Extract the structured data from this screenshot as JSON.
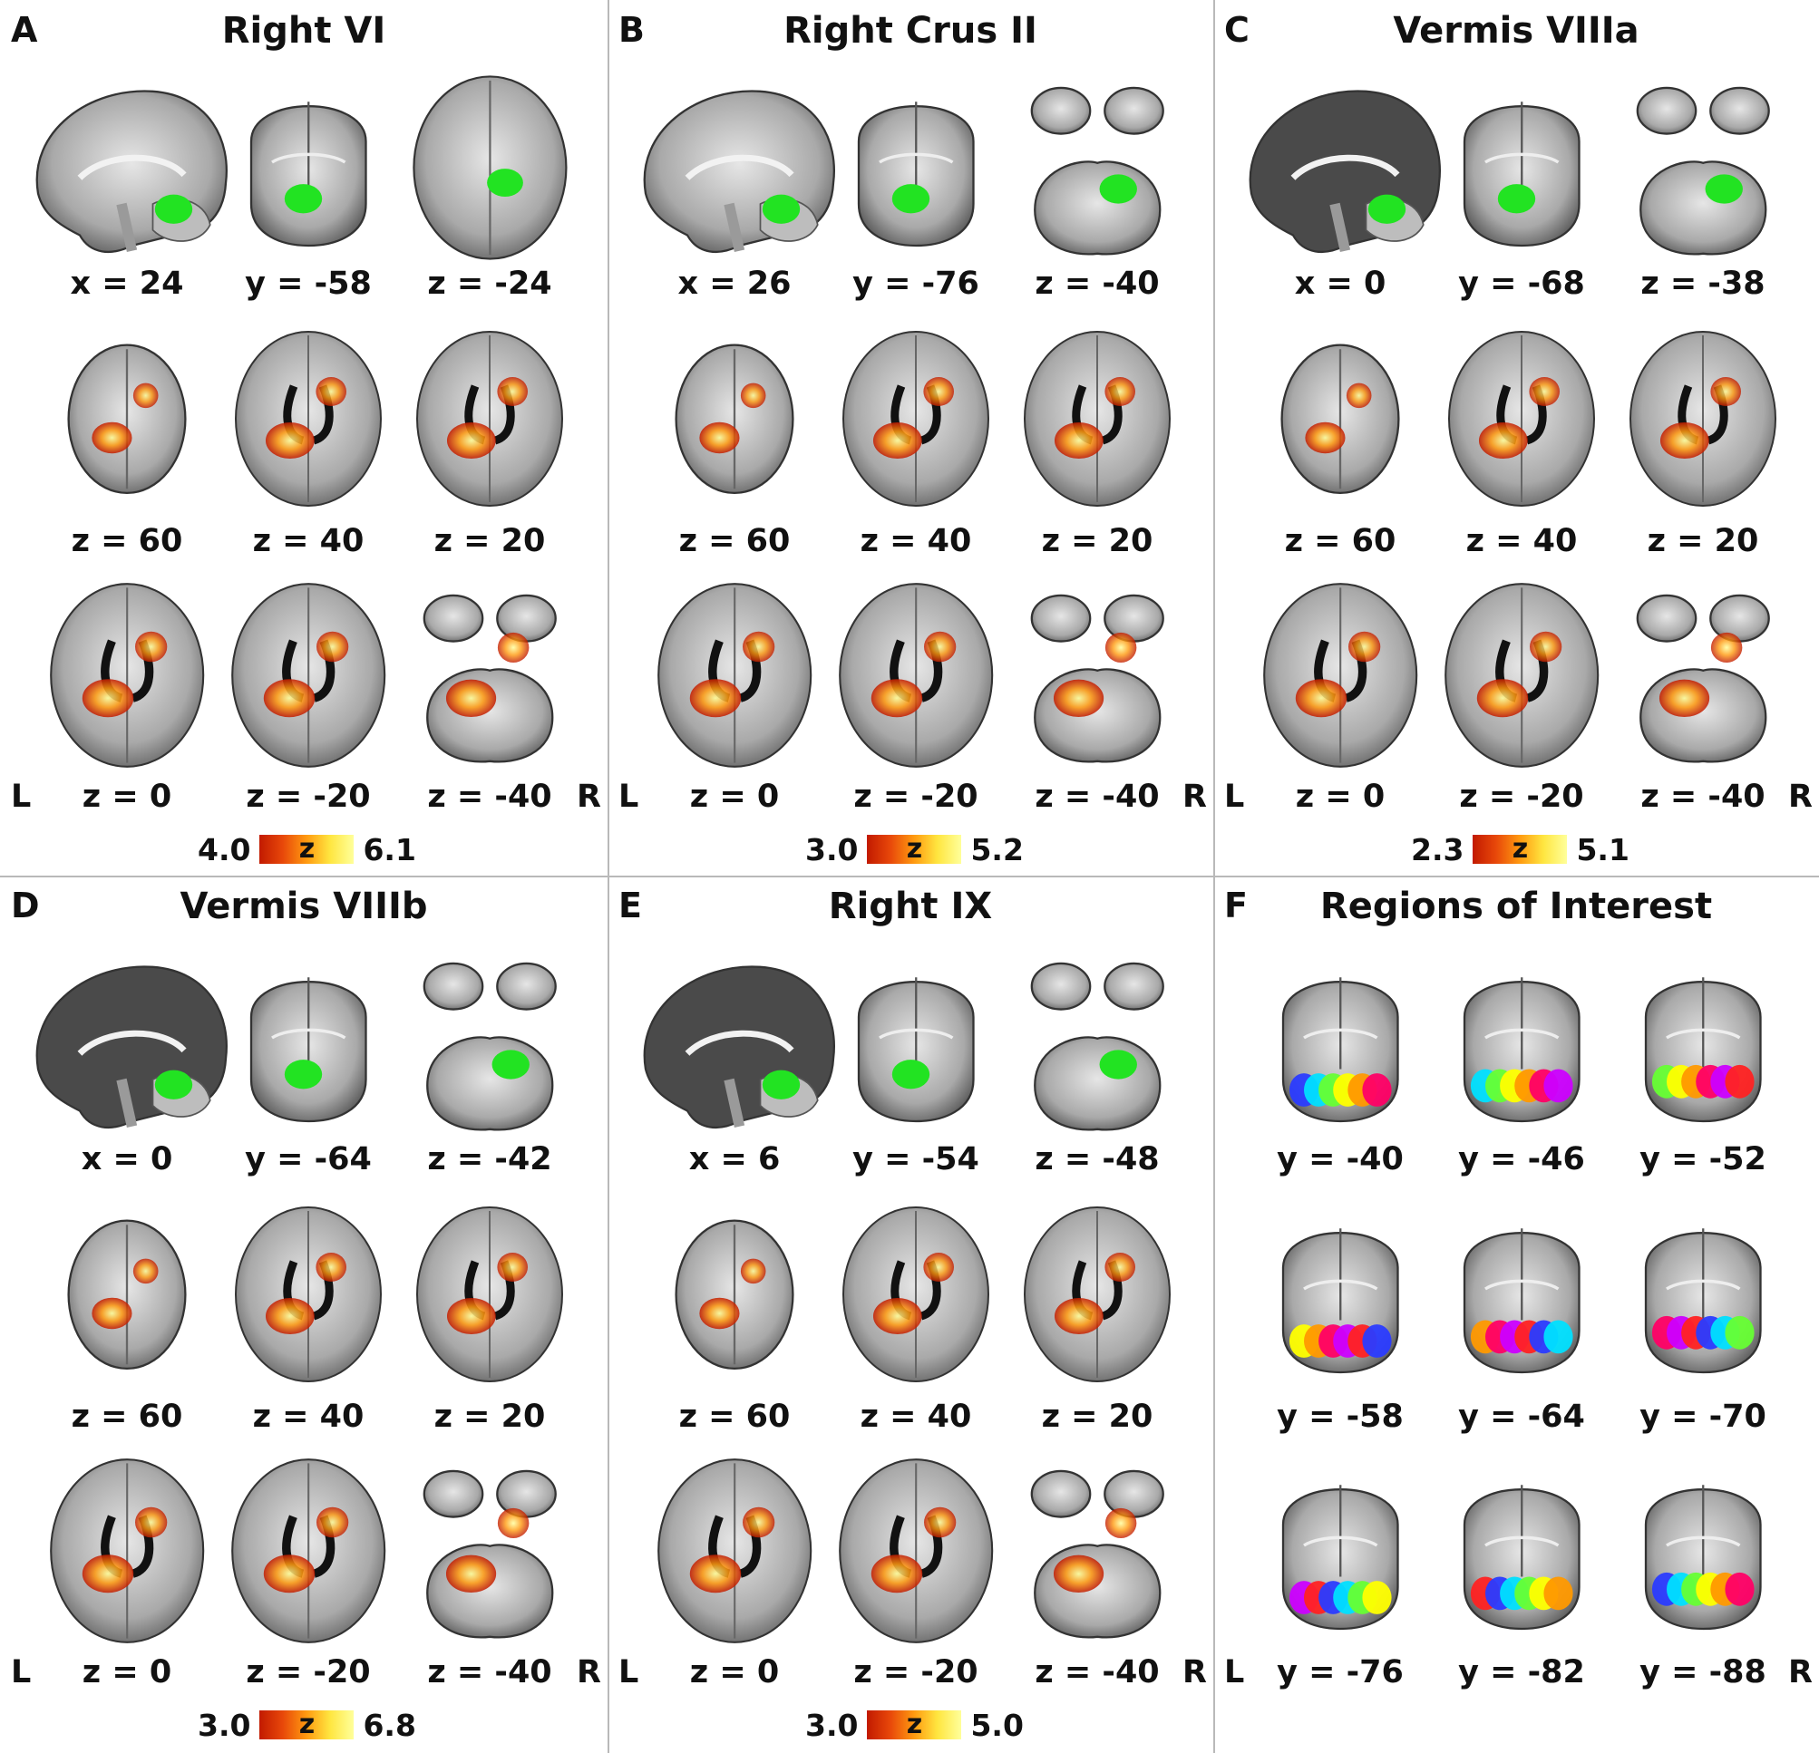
{
  "panels": [
    {
      "letter": "A",
      "title": "Right VI",
      "rows": [
        {
          "views": [
            "sagittal",
            "coronal",
            "axial-low"
          ],
          "labels": [
            "x = 24",
            "y = -58",
            "z = -24"
          ],
          "seed": true
        },
        {
          "views": [
            "axial-small",
            "axial",
            "axial"
          ],
          "labels": [
            "z = 60",
            "z = 40",
            "z = 20"
          ]
        },
        {
          "views": [
            "axial",
            "axial",
            "axial-cereb"
          ],
          "labels": [
            "z = 0",
            "z = -20",
            "z = -40"
          ]
        }
      ],
      "left_label": "L",
      "right_label": "R",
      "colorbar": {
        "min": "4.0",
        "symbol": "z",
        "max": "6.1"
      }
    },
    {
      "letter": "B",
      "title": "Right Crus II",
      "rows": [
        {
          "views": [
            "sagittal",
            "coronal",
            "axial-cereb"
          ],
          "labels": [
            "x = 26",
            "y = -76",
            "z = -40"
          ],
          "seed": true
        },
        {
          "views": [
            "axial-small",
            "axial",
            "axial"
          ],
          "labels": [
            "z = 60",
            "z = 40",
            "z = 20"
          ]
        },
        {
          "views": [
            "axial",
            "axial",
            "axial-cereb"
          ],
          "labels": [
            "z = 0",
            "z = -20",
            "z = -40"
          ]
        }
      ],
      "left_label": "L",
      "right_label": "R",
      "colorbar": {
        "min": "3.0",
        "symbol": "z",
        "max": "5.2"
      }
    },
    {
      "letter": "C",
      "title": "Vermis VIIIa",
      "rows": [
        {
          "views": [
            "sagittal-mid",
            "coronal",
            "axial-cereb"
          ],
          "labels": [
            "x = 0",
            "y = -68",
            "z = -38"
          ],
          "seed": true
        },
        {
          "views": [
            "axial-small",
            "axial",
            "axial"
          ],
          "labels": [
            "z = 60",
            "z = 40",
            "z = 20"
          ]
        },
        {
          "views": [
            "axial",
            "axial",
            "axial-cereb"
          ],
          "labels": [
            "z = 0",
            "z = -20",
            "z = -40"
          ]
        }
      ],
      "left_label": "L",
      "right_label": "R",
      "colorbar": {
        "min": "2.3",
        "symbol": "z",
        "max": "5.1"
      }
    },
    {
      "letter": "D",
      "title": "Vermis VIIIb",
      "rows": [
        {
          "views": [
            "sagittal-mid",
            "coronal",
            "axial-cereb"
          ],
          "labels": [
            "x = 0",
            "y = -64",
            "z = -42"
          ],
          "seed": true
        },
        {
          "views": [
            "axial-small",
            "axial",
            "axial"
          ],
          "labels": [
            "z = 60",
            "z = 40",
            "z = 20"
          ]
        },
        {
          "views": [
            "axial",
            "axial",
            "axial-cereb"
          ],
          "labels": [
            "z = 0",
            "z = -20",
            "z = -40"
          ]
        }
      ],
      "left_label": "L",
      "right_label": "R",
      "colorbar": {
        "min": "3.0",
        "symbol": "z",
        "max": "6.8"
      }
    },
    {
      "letter": "E",
      "title": "Right IX",
      "rows": [
        {
          "views": [
            "sagittal-mid",
            "coronal",
            "axial-cereb"
          ],
          "labels": [
            "x = 6",
            "y = -54",
            "z = -48"
          ],
          "seed": true
        },
        {
          "views": [
            "axial-small",
            "axial",
            "axial"
          ],
          "labels": [
            "z = 60",
            "z = 40",
            "z = 20"
          ]
        },
        {
          "views": [
            "axial",
            "axial",
            "axial-cereb"
          ],
          "labels": [
            "z = 0",
            "z = -20",
            "z = -40"
          ]
        }
      ],
      "left_label": "L",
      "right_label": "R",
      "colorbar": {
        "min": "3.0",
        "symbol": "z",
        "max": "5.0"
      }
    },
    {
      "letter": "F",
      "title": "Regions of Interest",
      "rows": [
        {
          "views": [
            "coronal-roi",
            "coronal-roi",
            "coronal-roi"
          ],
          "labels": [
            "y = -40",
            "y = -46",
            "y = -52"
          ]
        },
        {
          "views": [
            "coronal-roi",
            "coronal-roi",
            "coronal-roi"
          ],
          "labels": [
            "y = -58",
            "y = -64",
            "y = -70"
          ]
        },
        {
          "views": [
            "coronal-roi",
            "coronal-roi",
            "coronal-roi"
          ],
          "labels": [
            "y = -76",
            "y = -82",
            "y = -88"
          ]
        }
      ],
      "left_label": "L",
      "right_label": "R",
      "colorbar": null
    }
  ],
  "colors": {
    "seed": "#22e322",
    "activation_low": "#c21a00",
    "activation_high": "#ffff9a",
    "divider": "#b9b9b9"
  }
}
